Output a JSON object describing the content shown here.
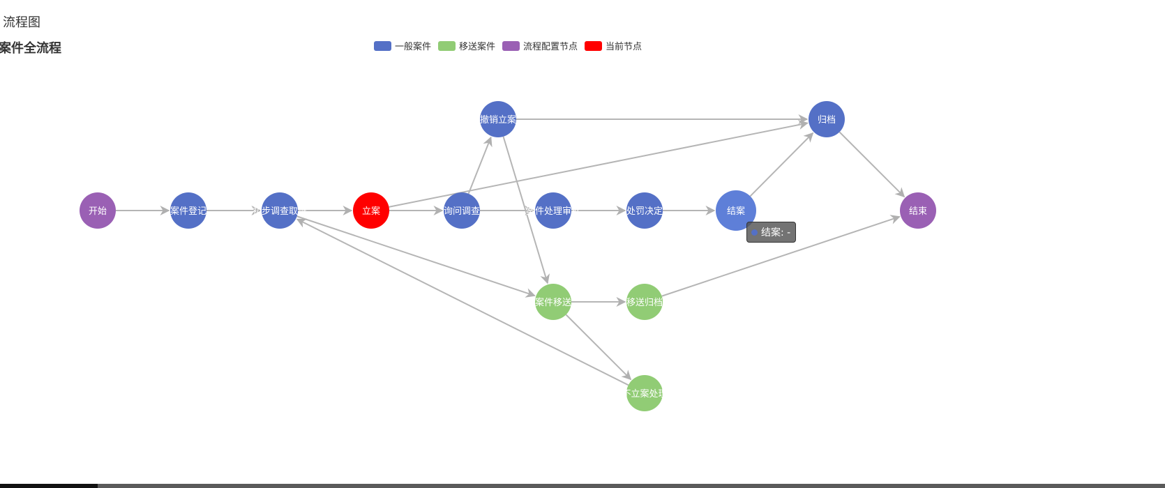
{
  "page": {
    "title": "流程图"
  },
  "chart": {
    "title": "案件全流程"
  },
  "legend": [
    {
      "name": "一般案件",
      "color": "#5470c6"
    },
    {
      "name": "移送案件",
      "color": "#91cc75"
    },
    {
      "name": "流程配置节点",
      "color": "#9a60b4"
    },
    {
      "name": "当前节点",
      "color": "#ff0000"
    }
  ],
  "diagram": {
    "nodes": [
      {
        "id": "start",
        "label": "开始",
        "category": "流程配置节点"
      },
      {
        "id": "register",
        "label": "案件登记",
        "category": "一般案件"
      },
      {
        "id": "investigate",
        "label": "初步调查取证",
        "category": "一般案件"
      },
      {
        "id": "file",
        "label": "立案",
        "category": "当前节点"
      },
      {
        "id": "inquiry",
        "label": "询问调查",
        "category": "一般案件"
      },
      {
        "id": "revoke",
        "label": "撤销立案",
        "category": "一般案件"
      },
      {
        "id": "review",
        "label": "案件处理审批",
        "category": "一般案件"
      },
      {
        "id": "penalty",
        "label": "处罚决定",
        "category": "一般案件"
      },
      {
        "id": "close",
        "label": "结案",
        "category": "一般案件"
      },
      {
        "id": "archive",
        "label": "归档",
        "category": "一般案件"
      },
      {
        "id": "end",
        "label": "结束",
        "category": "流程配置节点"
      },
      {
        "id": "transfer",
        "label": "案件移送",
        "category": "移送案件"
      },
      {
        "id": "transfer_archive",
        "label": "移送归档",
        "category": "移送案件"
      },
      {
        "id": "no_file",
        "label": "不立案处理",
        "category": "移送案件"
      }
    ],
    "edges": [
      {
        "from": "start",
        "to": "register"
      },
      {
        "from": "register",
        "to": "investigate"
      },
      {
        "from": "investigate",
        "to": "file"
      },
      {
        "from": "file",
        "to": "inquiry"
      },
      {
        "from": "file",
        "to": "archive"
      },
      {
        "from": "inquiry",
        "to": "revoke"
      },
      {
        "from": "inquiry",
        "to": "review"
      },
      {
        "from": "review",
        "to": "penalty"
      },
      {
        "from": "penalty",
        "to": "close"
      },
      {
        "from": "close",
        "to": "archive"
      },
      {
        "from": "revoke",
        "to": "archive"
      },
      {
        "from": "revoke",
        "to": "transfer"
      },
      {
        "from": "archive",
        "to": "end"
      },
      {
        "from": "investigate",
        "to": "transfer"
      },
      {
        "from": "transfer",
        "to": "transfer_archive"
      },
      {
        "from": "transfer",
        "to": "no_file"
      },
      {
        "from": "no_file",
        "to": "investigate"
      },
      {
        "from": "transfer_archive",
        "to": "end"
      }
    ]
  },
  "tooltip": {
    "text": "结案: -",
    "color": "#5470c6"
  }
}
